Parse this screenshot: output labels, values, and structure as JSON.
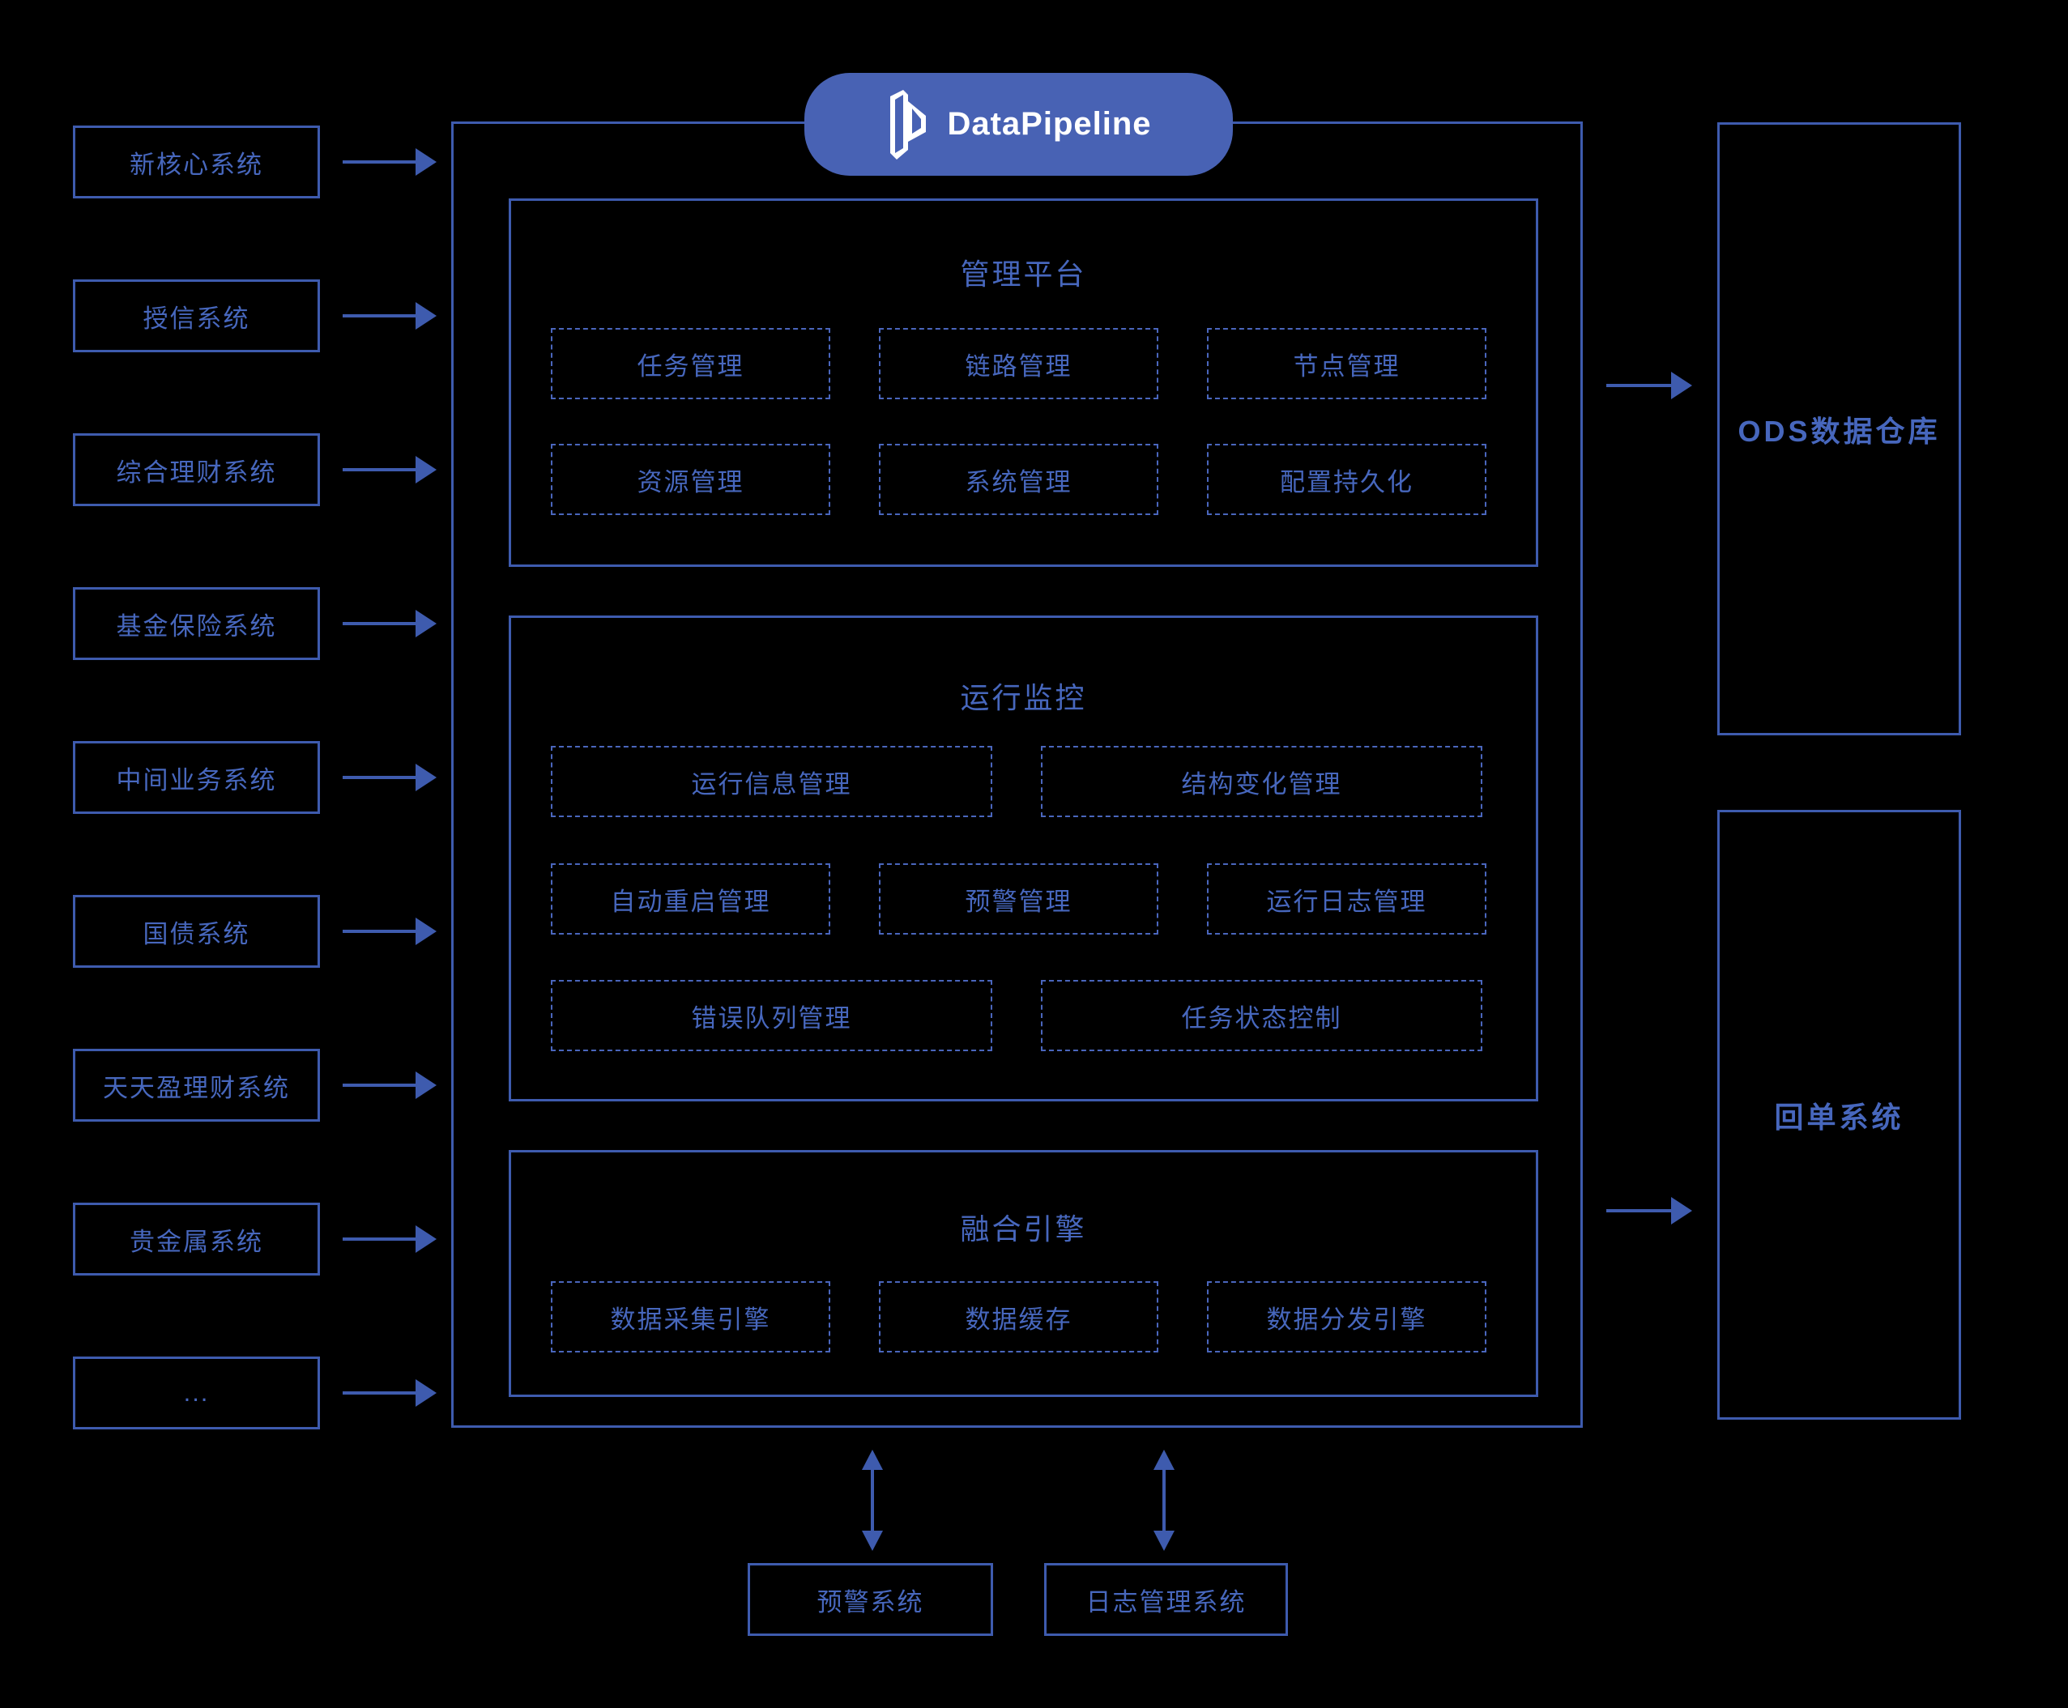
{
  "brand": {
    "name": "DataPipeline"
  },
  "colors": {
    "background": "#000000",
    "line": "#3e5bae",
    "dash": "#4a66bd",
    "text": "#4767bd",
    "pill": "#4862b4",
    "brand_text": "#ffffff"
  },
  "sources": [
    {
      "label": "新核心系统"
    },
    {
      "label": "授信系统"
    },
    {
      "label": "综合理财系统"
    },
    {
      "label": "基金保险系统"
    },
    {
      "label": "中间业务系统"
    },
    {
      "label": "国债系统"
    },
    {
      "label": "天天盈理财系统"
    },
    {
      "label": "贵金属系统"
    },
    {
      "label": "..."
    }
  ],
  "platform": {
    "sections": [
      {
        "title": "管理平台",
        "modules": [
          "任务管理",
          "链路管理",
          "节点管理",
          "资源管理",
          "系统管理",
          "配置持久化"
        ]
      },
      {
        "title": "运行监控",
        "modules": [
          "运行信息管理",
          "结构变化管理",
          "自动重启管理",
          "预警管理",
          "运行日志管理",
          "错误队列管理",
          "任务状态控制"
        ]
      },
      {
        "title": "融合引擎",
        "modules": [
          "数据采集引擎",
          "数据缓存",
          "数据分发引擎"
        ]
      }
    ]
  },
  "targets": [
    {
      "label": "ODS数据仓库"
    },
    {
      "label": "回单系统"
    }
  ],
  "bottom_systems": [
    {
      "label": "预警系统"
    },
    {
      "label": "日志管理系统"
    }
  ]
}
